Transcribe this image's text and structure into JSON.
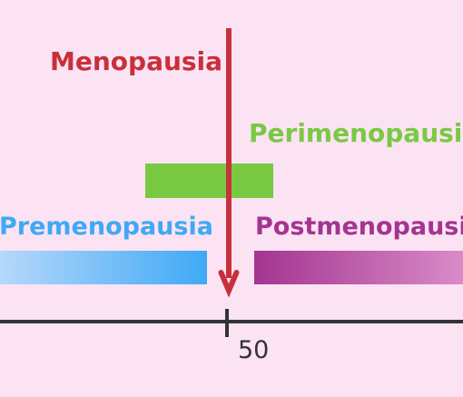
{
  "diagram": {
    "labels": {
      "menopausia": "Menopausia",
      "perimenopausia": "Perimenopausia",
      "premenopausia": "Premenopausia",
      "postmenopausia": "Postmenopausia"
    },
    "timeline": {
      "tick_label": "50"
    },
    "colors": {
      "background": "#fbe3f4",
      "menopausia": "#c8303a",
      "perimenopausia": "#7ac943",
      "premenopausia": "#3fa9f5",
      "premenopausia_light": "#b6d8fb",
      "postmenopausia": "#a33590",
      "postmenopausia_light": "#d98bc8",
      "axis": "#333333"
    }
  }
}
